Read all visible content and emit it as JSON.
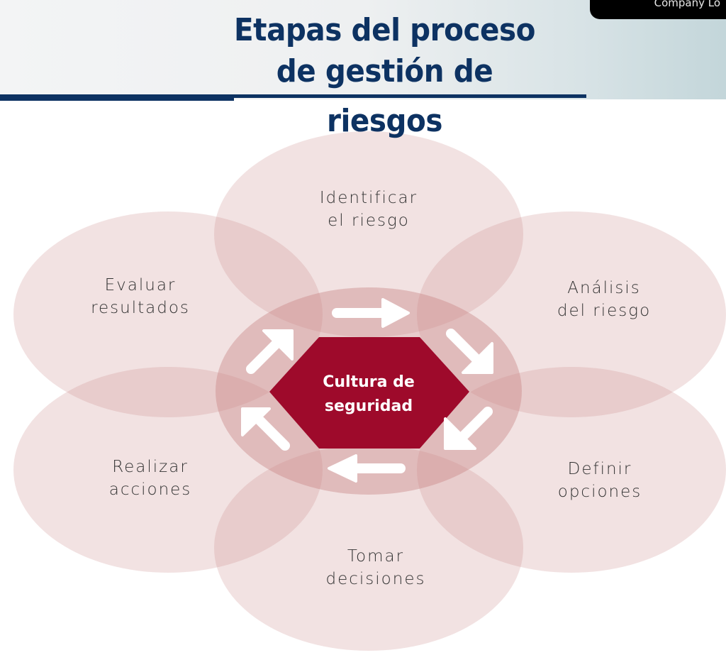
{
  "header": {
    "title_lines": [
      "Etapas del proceso",
      "de gestión de",
      "riesgos"
    ],
    "logo_text": "Company Lo"
  },
  "diagram": {
    "center": {
      "line1": "Cultura de",
      "line2": "seguridad"
    },
    "stages": [
      {
        "line1": "Identificar",
        "line2": "el riesgo"
      },
      {
        "line1": "Análisis",
        "line2": "del riesgo"
      },
      {
        "line1": "Definir",
        "line2": "opciones"
      },
      {
        "line1": "Tomar",
        "line2": "decisiones"
      },
      {
        "line1": "Realizar",
        "line2": "acciones"
      },
      {
        "line1": "Evaluar",
        "line2": "resultados"
      }
    ],
    "arrows": [
      "arrow-right",
      "arrow-down-right",
      "arrow-down-left",
      "arrow-left",
      "arrow-up-left",
      "arrow-up-right"
    ],
    "colors": {
      "title": "#0d3262",
      "petal": "#c98585",
      "center": "#9e0a2b",
      "arrow": "#ffffff"
    }
  }
}
